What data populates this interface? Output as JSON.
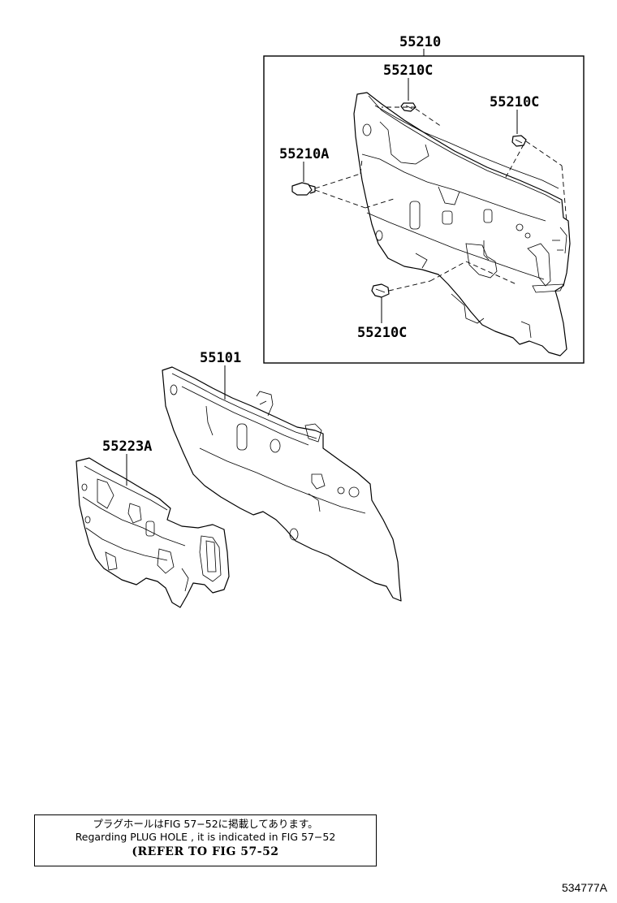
{
  "labels": {
    "group_number": "55210",
    "clip_top": "55210C",
    "clip_right": "55210C",
    "clip_left": "55210A",
    "clip_bottom": "55210C",
    "panel_number": "55101",
    "silencer_number": "55223A"
  },
  "note": {
    "line_jp": "プラグホールはFIG 57−52に掲載してあります。",
    "line_en": "Regarding  PLUG  HOLE , it is indicated in FIG  57−52",
    "line_refer": "(REFER TO FIG 57-52"
  },
  "illustration_code": "534777A"
}
